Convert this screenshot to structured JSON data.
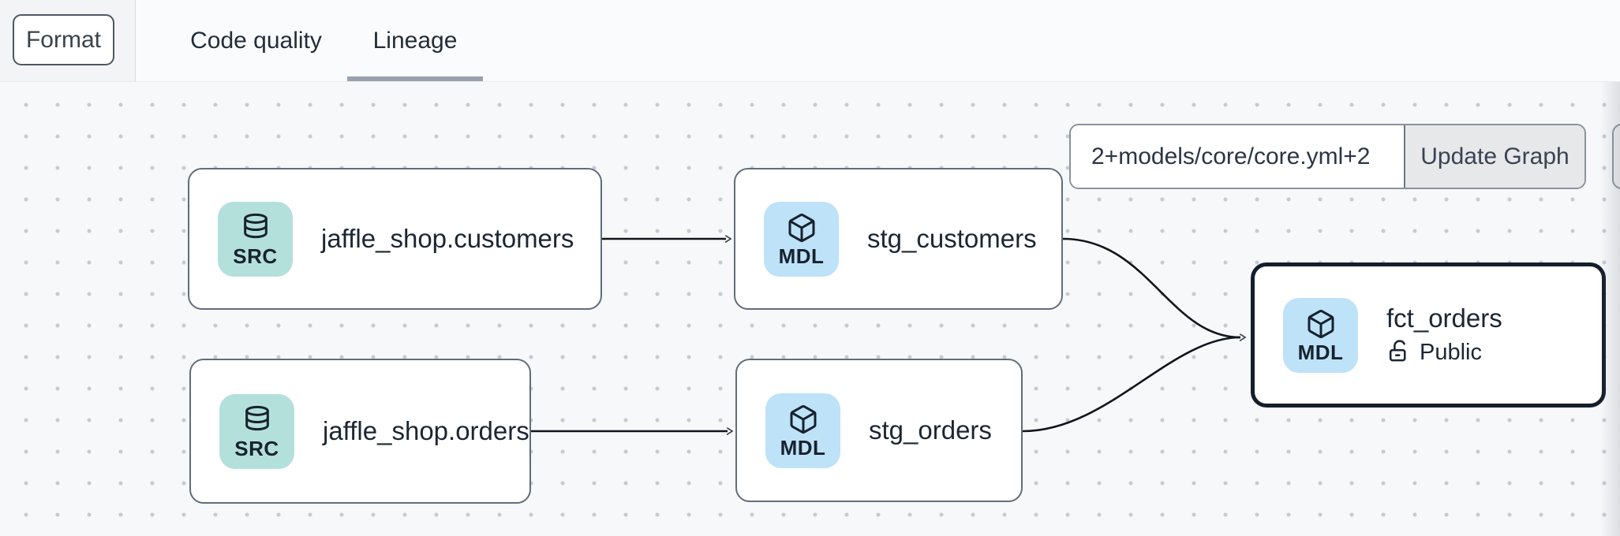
{
  "header": {
    "format_label": "Format",
    "tabs": [
      {
        "label": "Code quality",
        "active": false
      },
      {
        "label": "Lineage",
        "active": true
      }
    ]
  },
  "toolbar": {
    "selector_value": "2+models/core/core.yml+2",
    "update_label": "Update Graph"
  },
  "graph": {
    "nodes": [
      {
        "badge": "SRC",
        "icon": "database-icon",
        "label": "jaffle_shop.customers"
      },
      {
        "badge": "MDL",
        "icon": "model-cube-icon",
        "label": "stg_customers"
      },
      {
        "badge": "SRC",
        "icon": "database-icon",
        "label": "jaffle_shop.orders"
      },
      {
        "badge": "MDL",
        "icon": "model-cube-icon",
        "label": "stg_orders"
      },
      {
        "badge": "MDL",
        "icon": "model-cube-icon",
        "label": "fct_orders",
        "access_label": "Public",
        "selected": true
      }
    ],
    "edges": [
      {
        "from": "jaffle_shop.customers",
        "to": "stg_customers"
      },
      {
        "from": "jaffle_shop.orders",
        "to": "stg_orders"
      },
      {
        "from": "stg_customers",
        "to": "fct_orders"
      },
      {
        "from": "stg_orders",
        "to": "fct_orders"
      }
    ]
  },
  "colors": {
    "source_badge_bg": "#b4e0dc",
    "model_badge_bg": "#bee2f8",
    "node_border": "#626c7b",
    "selected_node_border": "#141e2c",
    "tab_underline": "#99a1ae",
    "canvas_bg": "#f7f8fa",
    "edge_stroke": "#10151c"
  }
}
